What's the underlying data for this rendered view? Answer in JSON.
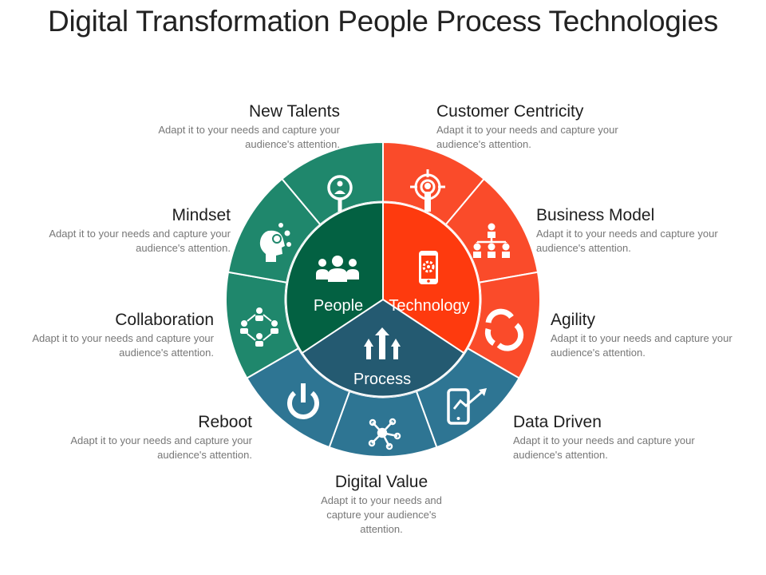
{
  "title": "Digital Transformation People Process Technologies",
  "colors": {
    "green_outer": "#1f876c",
    "green_inner": "#036142",
    "red_outer": "#fa4b2a",
    "red_inner": "#fe3a0e",
    "blue_outer": "#2e7593",
    "blue_inner": "#245a71"
  },
  "center": {
    "people": "People",
    "technology": "Technology",
    "process": "Process"
  },
  "segments": [
    {
      "name": "New Talents",
      "desc": "Adapt it to your needs and capture your audience's attention.",
      "icon": "talent-search-icon"
    },
    {
      "name": "Customer Centricity",
      "desc": "Adapt it to your needs and capture your audience's attention.",
      "icon": "target-person-icon"
    },
    {
      "name": "Business Model",
      "desc": "Adapt it to your needs and capture your audience's attention.",
      "icon": "org-chart-icon"
    },
    {
      "name": "Agility",
      "desc": "Adapt it to your needs and capture your audience's attention.",
      "icon": "cycle-arrows-icon"
    },
    {
      "name": "Data Driven",
      "desc": "Adapt it to your needs and capture your audience's attention.",
      "icon": "mobile-chart-icon"
    },
    {
      "name": "Digital Value",
      "desc": "Adapt it to your needs and capture your audience's attention.",
      "icon": "network-icon"
    },
    {
      "name": "Reboot",
      "desc": "Adapt it to your needs and capture your audience's attention.",
      "icon": "power-icon"
    },
    {
      "name": "Collaboration",
      "desc": "Adapt it to your needs and capture your audience's attention.",
      "icon": "team-network-icon"
    },
    {
      "name": "Mindset",
      "desc": "Adapt it to your needs and capture your audience's attention.",
      "icon": "head-gears-icon"
    }
  ]
}
